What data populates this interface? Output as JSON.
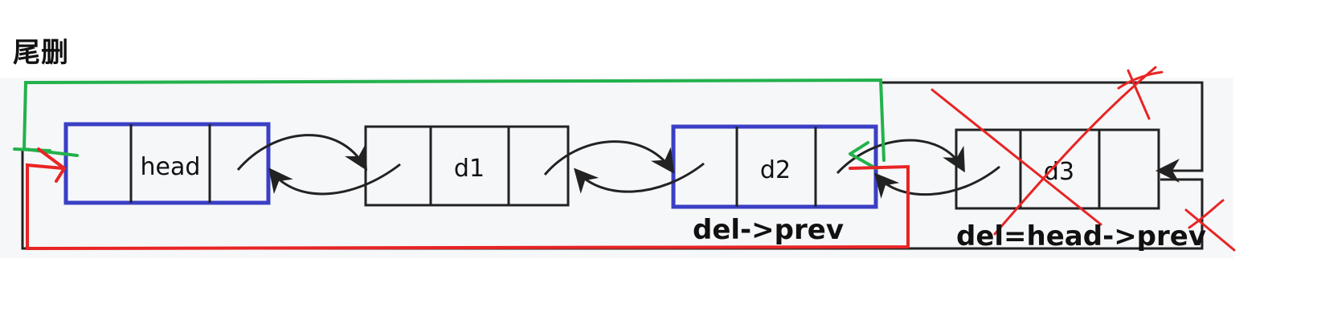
{
  "title": "尾删",
  "nodes": [
    {
      "id": "head",
      "label": "head",
      "highlight": true
    },
    {
      "id": "d1",
      "label": "d1",
      "highlight": false
    },
    {
      "id": "d2",
      "label": "d2",
      "highlight": true
    },
    {
      "id": "d3",
      "label": "d3",
      "highlight": false
    }
  ],
  "labels": {
    "d2_pointer": "del->prev",
    "d3_pointer": "del=head->prev"
  },
  "colors": {
    "background_panel": "#f6f7f9",
    "node_border": "#222222",
    "highlight_border": "#3a3fc4",
    "arrow": "#222222",
    "new_next_link": "#22b24c",
    "new_prev_link": "#e82424",
    "delete_mark": "#e82424"
  }
}
